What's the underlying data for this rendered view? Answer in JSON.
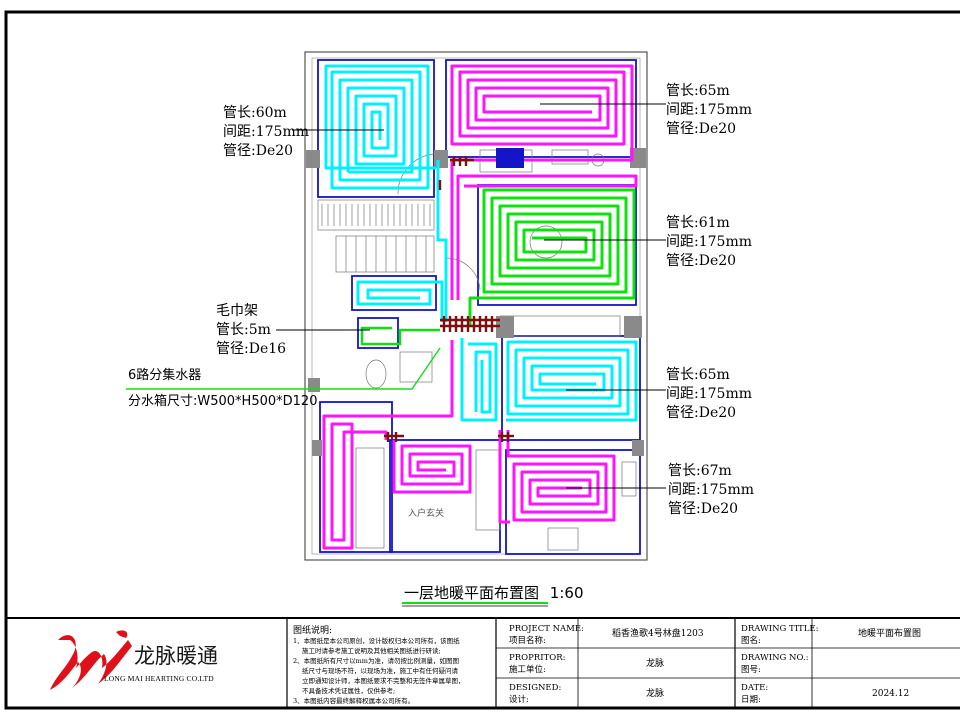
{
  "colors": {
    "cyan": "#00f0ff",
    "magenta": "#ff14ff",
    "green": "#10e010",
    "wall": "#1414c8",
    "manifold": "#7a1010"
  },
  "loops": [
    {
      "id": "loop-nw",
      "length": "管长:60m",
      "spacing": "间距:175mm",
      "diameter": "管径:De20"
    },
    {
      "id": "loop-ne",
      "length": "管长:65m",
      "spacing": "间距:175mm",
      "diameter": "管径:De20"
    },
    {
      "id": "loop-living",
      "length": "管长:61m",
      "spacing": "间距:175mm",
      "diameter": "管径:De20"
    },
    {
      "id": "loop-center",
      "length": "管长:65m",
      "spacing": "间距:175mm",
      "diameter": "管径:De20"
    },
    {
      "id": "loop-se",
      "length": "管长:67m",
      "spacing": "间距:175mm",
      "diameter": "管径:De20"
    }
  ],
  "towel_rack": {
    "title": "毛巾架",
    "length": "管长:5m",
    "diameter": "管径:De16"
  },
  "collector": {
    "name": "6路分集水器",
    "size": "分水箱尺寸:W500*H500*D120"
  },
  "plan_labels": {
    "entrance": "入户玄关"
  },
  "drawing_title": "一层地暖平面布置图",
  "drawing_scale": "1:60",
  "title_block": {
    "company_cn": "龙脉暖通",
    "company_en": "LONG MAI HEARTING CO.LTD",
    "notes_title": "图纸说明:",
    "notes": [
      "1、本图纸是本公司原创，设计版权归本公司所有，该图纸",
      "施工时请参考施工说明及其他相关图纸进行研读;",
      "2、本图纸所有尺寸以mm为准，请勿按比例测量，如图图",
      "纸尺寸与现场不符，以现场为准，施工中有任何疑问请",
      "立即通知设计师，本图纸要求不完整和无签件章属草图，",
      "不具备技术凭证属性，仅供参考;",
      "3、本图纸内容最终解释权属本公司所有。"
    ],
    "project_name_label_en": "PROJECT NAME:",
    "project_name_label_cn": "项目名称:",
    "project_name": "稻香渔歌4号林盘1203",
    "proprietor_label_en": "PROPRITOR:",
    "proprietor_label_cn": "施工单位:",
    "proprietor": "龙脉",
    "designed_label_en": "DESIGNED:",
    "designed_label_cn": "设计:",
    "designed": "龙脉",
    "drawing_title_label_en": "DRAWING TITLE:",
    "drawing_title_label_cn": "图名:",
    "drawing_title_value": "地暖平面布置图",
    "drawing_no_label_en": "DRAWING NO.:",
    "drawing_no_label_cn": "图号:",
    "drawing_no": "",
    "date_label_en": "DATE:",
    "date_label_cn": "日期:",
    "date": "2024.12"
  }
}
